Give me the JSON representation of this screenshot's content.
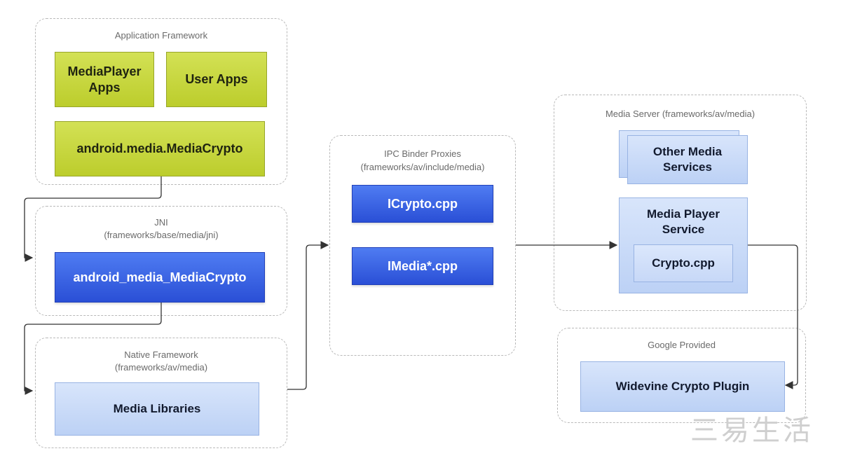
{
  "groups": {
    "app_framework": "Application Framework",
    "jni": {
      "title": "JNI",
      "path": "(frameworks/base/media/jni)"
    },
    "native": {
      "title": "Native Framework",
      "path": "(frameworks/av/media)"
    },
    "ipc": {
      "title": "IPC Binder Proxies",
      "path": "(frameworks/av/include/media)"
    },
    "media_server": "Media Server (frameworks/av/media)",
    "google": "Google Provided"
  },
  "boxes": {
    "mediaplayer_apps": {
      "line1": "MediaPlayer",
      "line2": "Apps"
    },
    "user_apps": "User Apps",
    "android_media_crypto": "android.media.MediaCrypto",
    "jni_media_crypto": "android_media_MediaCrypto",
    "media_libraries": "Media Libraries",
    "icrypto": "ICrypto.cpp",
    "imedia": "IMedia*.cpp",
    "other_media_services": {
      "line1": "Other Media",
      "line2": "Services"
    },
    "media_player_service": {
      "line1": "Media Player",
      "line2": "Service"
    },
    "crypto_cpp": "Crypto.cpp",
    "widevine_plugin": "Widevine Crypto Plugin"
  },
  "watermark": "三易生活"
}
